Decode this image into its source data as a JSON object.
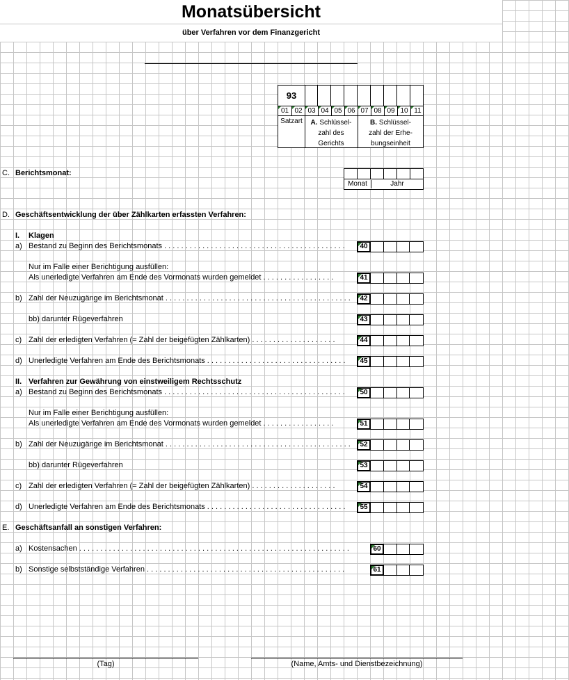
{
  "header": {
    "title": "Monatsübersicht",
    "subtitle": "über Verfahren vor dem Finanzgericht"
  },
  "keys": {
    "satz_value": "93",
    "columns": [
      "01",
      "02",
      "03",
      "04",
      "05",
      "06",
      "07",
      "08",
      "09",
      "10",
      "11"
    ],
    "satzart": "Satzart",
    "a_prefix": "A.",
    "a_line1": "Schlüssel-",
    "a_line2": "zahl des",
    "a_line3": "Gerichts",
    "b_prefix": "B.",
    "b_line1": "Schlüssel-",
    "b_line2": "zahl der Erhe-",
    "b_line3": "bungseinheit"
  },
  "section_c": {
    "letter": "C.",
    "label": "Berichtsmonat:",
    "monat": "Monat",
    "jahr": "Jahr"
  },
  "section_d": {
    "letter": "D.",
    "label": "Geschäftsentwicklung der über Zählkarten erfassten Verfahren:",
    "part1": {
      "roman": "I.",
      "heading": "Klagen",
      "rows": [
        {
          "letter": "a)",
          "text": "Bestand zu Beginn des Berichtsmonats . . . . . . . . . . . . . . . . . . . . . . . . . . . . . . . . . . . . . . . . . . .",
          "code": "40"
        },
        {
          "letter": "",
          "text": "Nur im Falle einer Berichtigung ausfüllen:",
          "code": ""
        },
        {
          "letter": "",
          "text": "Als unerledigte Verfahren am Ende des Vormonats wurden gemeldet . . . . . . . . . . . . . . . . .",
          "code": "41"
        },
        {
          "letter": "b)",
          "text": "Zahl der Neuzugänge im Berichtsmonat . . . . . . . . . . . . . . . . . . . . . . . . . . . . . . . . . . . . . . . . . . . .",
          "code": "42"
        },
        {
          "letter": "",
          "text": "bb) darunter Rügeverfahren",
          "code": "43"
        },
        {
          "letter": "c)",
          "text": "Zahl der erledigten Verfahren (= Zahl der beigefügten Zählkarten) . . . . . . . . . . . . . . . . . . . .",
          "code": "44"
        },
        {
          "letter": "d)",
          "text": "Unerledigte Verfahren am Ende des Berichtsmonats . . . . . . . . . . . . . . . . . . . . . . . . . . . . . . . . .",
          "code": "45"
        }
      ]
    },
    "part2": {
      "roman": "II.",
      "heading": "Verfahren zur Gewährung von einstweiligem Rechtsschutz",
      "rows": [
        {
          "letter": "a)",
          "text": "Bestand zu Beginn des Berichtsmonats . . . . . . . . . . . . . . . . . . . . . . . . . . . . . . . . . . . . . . . . . . .",
          "code": "50"
        },
        {
          "letter": "",
          "text": "Nur im Falle einer Berichtigung ausfüllen:",
          "code": ""
        },
        {
          "letter": "",
          "text": "Als unerledigte Verfahren am Ende des Vormonats wurden gemeldet . . . . . . . . . . . . . . . . .",
          "code": "51"
        },
        {
          "letter": "b)",
          "text": "Zahl der Neuzugänge im Berichtsmonat . . . . . . . . . . . . . . . . . . . . . . . . . . . . . . . . . . . . . . . . . . . .",
          "code": "52"
        },
        {
          "letter": "",
          "text": "bb) darunter Rügeverfahren",
          "code": "53"
        },
        {
          "letter": "c)",
          "text": "Zahl der erledigten Verfahren (= Zahl der beigefügten Zählkarten) . . . . . . . . . . . . . . . . . . . .",
          "code": "54"
        },
        {
          "letter": "d)",
          "text": "Unerledigte Verfahren am Ende des Berichtsmonats . . . . . . . . . . . . . . . . . . . . . . . . . . . . . . . . .",
          "code": "55"
        }
      ]
    }
  },
  "section_e": {
    "letter": "E.",
    "label": "Geschäftsanfall an sonstigen Verfahren:",
    "rows": [
      {
        "letter": "a)",
        "text": "Kostensachen . . . . . . . . . . . . . . . . . . . . . . . . . . . . . . . . . . . . . . . . . . . . . . . . . . . . . . . . . . . . . . . .",
        "code": "60"
      },
      {
        "letter": "b)",
        "text": "Sonstige selbstständige Verfahren . . . . . . . . . . . . . . . . . . . . . . . . . . . . . . . . . . . . . . . . . . . . . . .",
        "code": "61"
      }
    ]
  },
  "footer": {
    "tag": "(Tag)",
    "name": "(Name, Amts- und Dienstbezeichnung)"
  }
}
